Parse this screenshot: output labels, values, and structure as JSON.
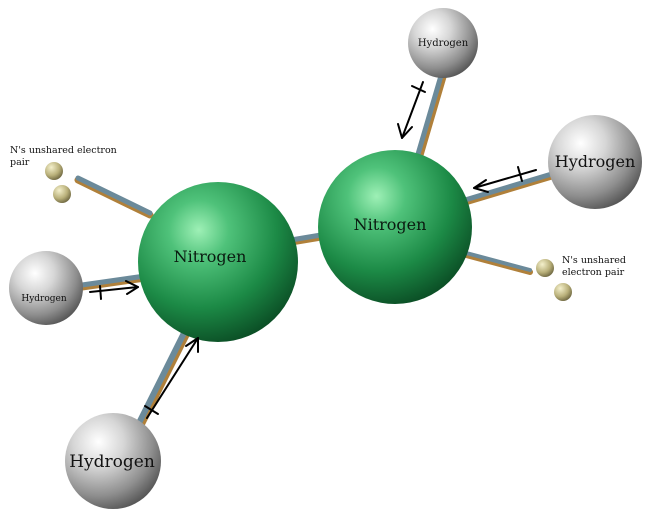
{
  "diagram": {
    "atoms": {
      "nitrogen_left": {
        "label": "Nitrogen"
      },
      "nitrogen_right": {
        "label": "Nitrogen"
      },
      "hydrogen_top_right": {
        "label": "Hydrogen"
      },
      "hydrogen_mid_right": {
        "label": "Hydrogen"
      },
      "hydrogen_left": {
        "label": "Hydrogen"
      },
      "hydrogen_bottom": {
        "label": "Hydrogen"
      }
    },
    "lone_pairs": {
      "left": {
        "label_line1": "N's unshared electron",
        "label_line2": "pair"
      },
      "right": {
        "label_line1": "N's unshared",
        "label_line2": "electron pair"
      }
    },
    "colors": {
      "nitrogen": "#2e9a55",
      "hydrogen": "#c4c4c4",
      "bond": "#5f7f90",
      "bond_shadow": "#b0803a",
      "lone_pair": "#cfc89a",
      "arrow": "#000000"
    }
  }
}
